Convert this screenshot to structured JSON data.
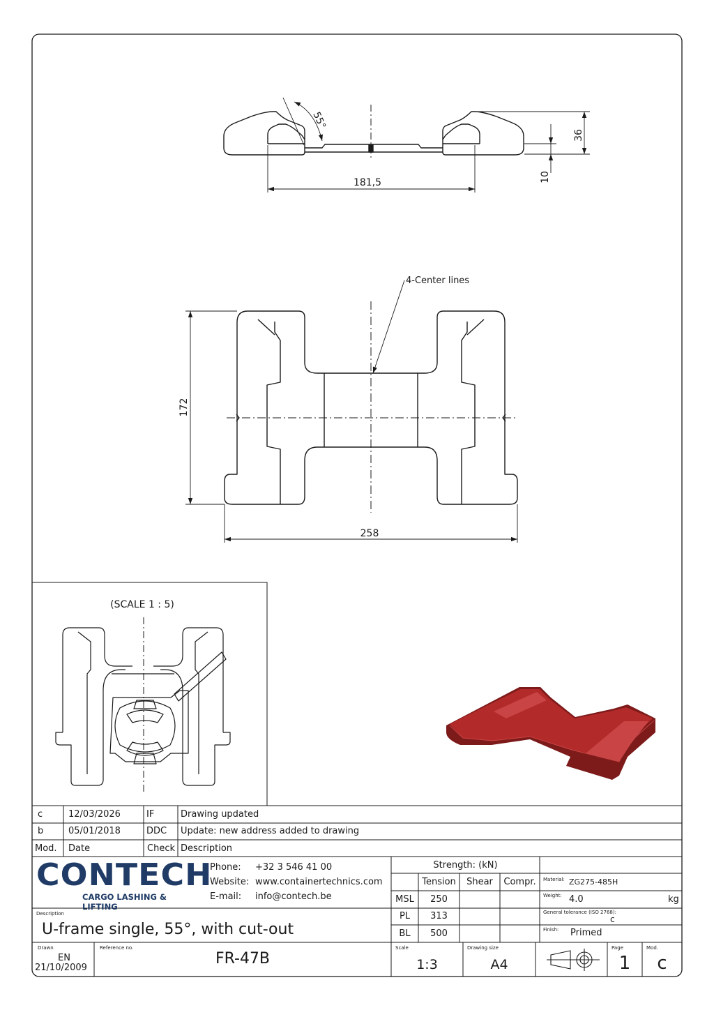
{
  "views": {
    "top": {
      "angle": "55°",
      "width": "181,5",
      "height_total": "36",
      "height_base": "10"
    },
    "plan": {
      "callout": "4-Center lines",
      "height": "172",
      "width": "258"
    },
    "detail": {
      "scale_label": "(SCALE 1 : 5)"
    }
  },
  "render_3d": {
    "color": "#b32a2a",
    "color_dark": "#7d1a1a",
    "color_light": "#c94444"
  },
  "revisions": {
    "header": {
      "mod": "Mod.",
      "date": "Date",
      "check": "Check",
      "description": "Description"
    },
    "rows": [
      {
        "mod": "c",
        "date": "12/03/2026",
        "check": "IF",
        "description": "Drawing updated"
      },
      {
        "mod": "b",
        "date": "05/01/2018",
        "check": "DDC",
        "description": "Update: new address added to drawing"
      }
    ]
  },
  "company": {
    "name": "CONTECH",
    "tagline": "CARGO LASHING & LIFTING",
    "brand_color": "#1f3b66",
    "phone_label": "Phone:",
    "phone": "+32 3 546 41 00",
    "website_label": "Website:",
    "website": "www.containertechnics.com",
    "email_label": "E-mail:",
    "email": "info@contech.be"
  },
  "strength": {
    "title": "Strength: (kN)",
    "columns": [
      "Tension",
      "Shear",
      "Compr."
    ],
    "rows": [
      {
        "label": "MSL",
        "tension": "250",
        "shear": "",
        "compr": ""
      },
      {
        "label": "PL",
        "tension": "313",
        "shear": "",
        "compr": ""
      },
      {
        "label": "BL",
        "tension": "500",
        "shear": "",
        "compr": ""
      }
    ]
  },
  "properties": {
    "material_label": "Material:",
    "material": "ZG275-485H",
    "weight_label": "Weight:",
    "weight": "4.0",
    "weight_unit": "kg",
    "tolerance_label": "General tolerance (ISO 2768):",
    "tolerance": "c",
    "finish_label": "Finish:",
    "finish": "Primed"
  },
  "description": {
    "label": "Description",
    "text": "U-frame single, 55°,  with cut-out"
  },
  "footer": {
    "drawn_label": "Drawn",
    "drawn_by": "EN",
    "drawn_date": "21/10/2009",
    "ref_label": "Reference no.",
    "ref": "FR-47B",
    "scale_label": "Scale",
    "scale": "1:3",
    "size_label": "Drawing size",
    "size": "A4",
    "page_label": "Page",
    "page": "1",
    "mod_label": "Mod.",
    "mod": "c"
  }
}
